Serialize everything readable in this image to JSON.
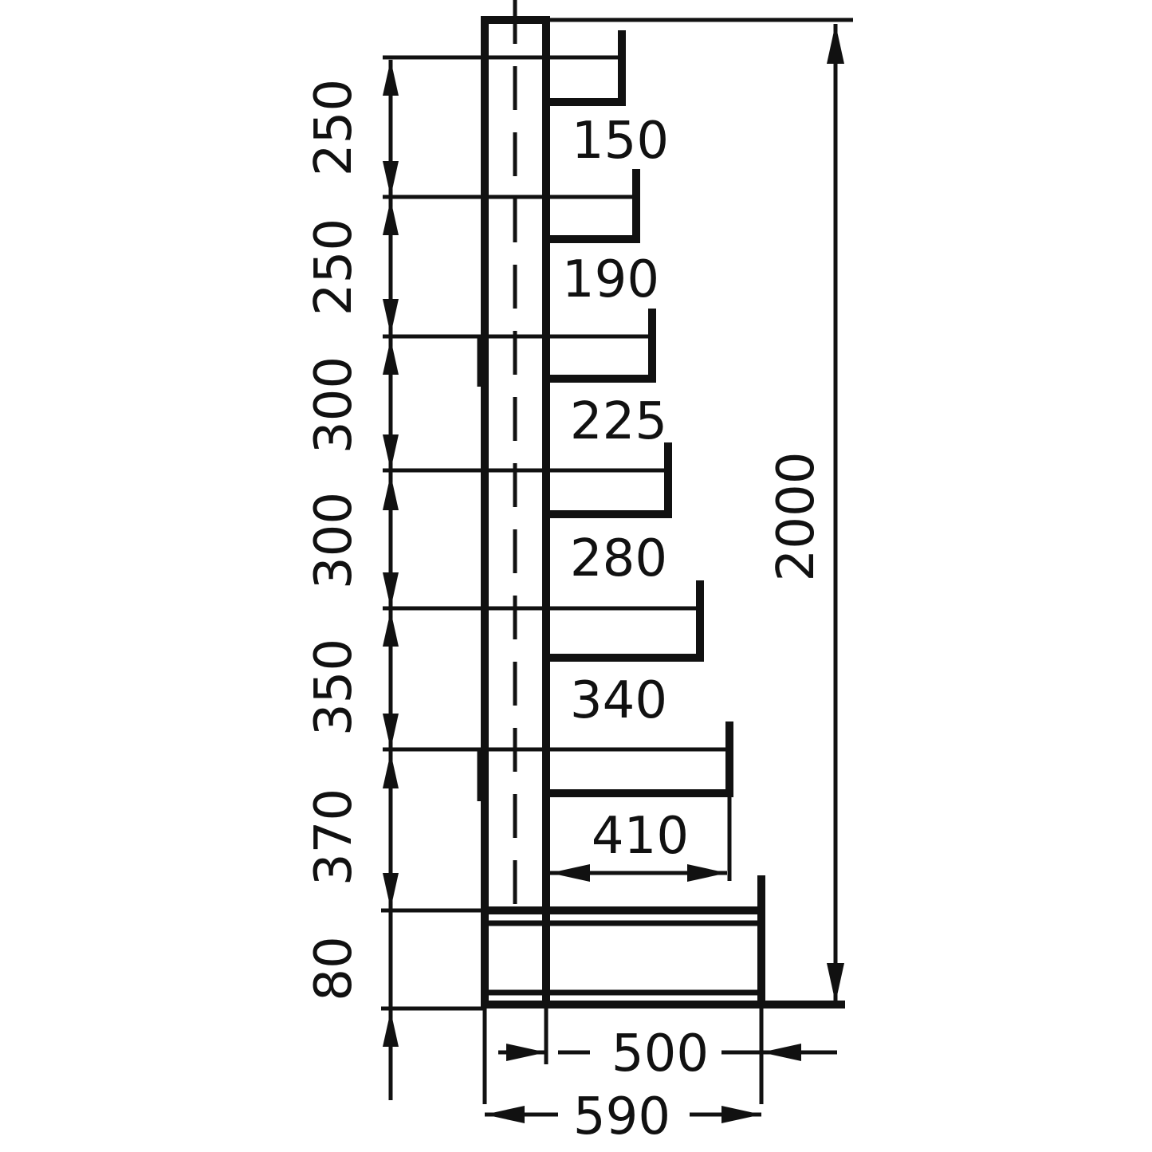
{
  "diagram": {
    "line_color": "#111111",
    "background": "#ffffff",
    "height_segments": [
      "250",
      "250",
      "300",
      "300",
      "350",
      "370",
      "80"
    ],
    "arm_lengths": [
      "150",
      "190",
      "225",
      "280",
      "340",
      "410"
    ],
    "total_height": "2000",
    "inner_depth": "500",
    "base_depth": "590"
  }
}
